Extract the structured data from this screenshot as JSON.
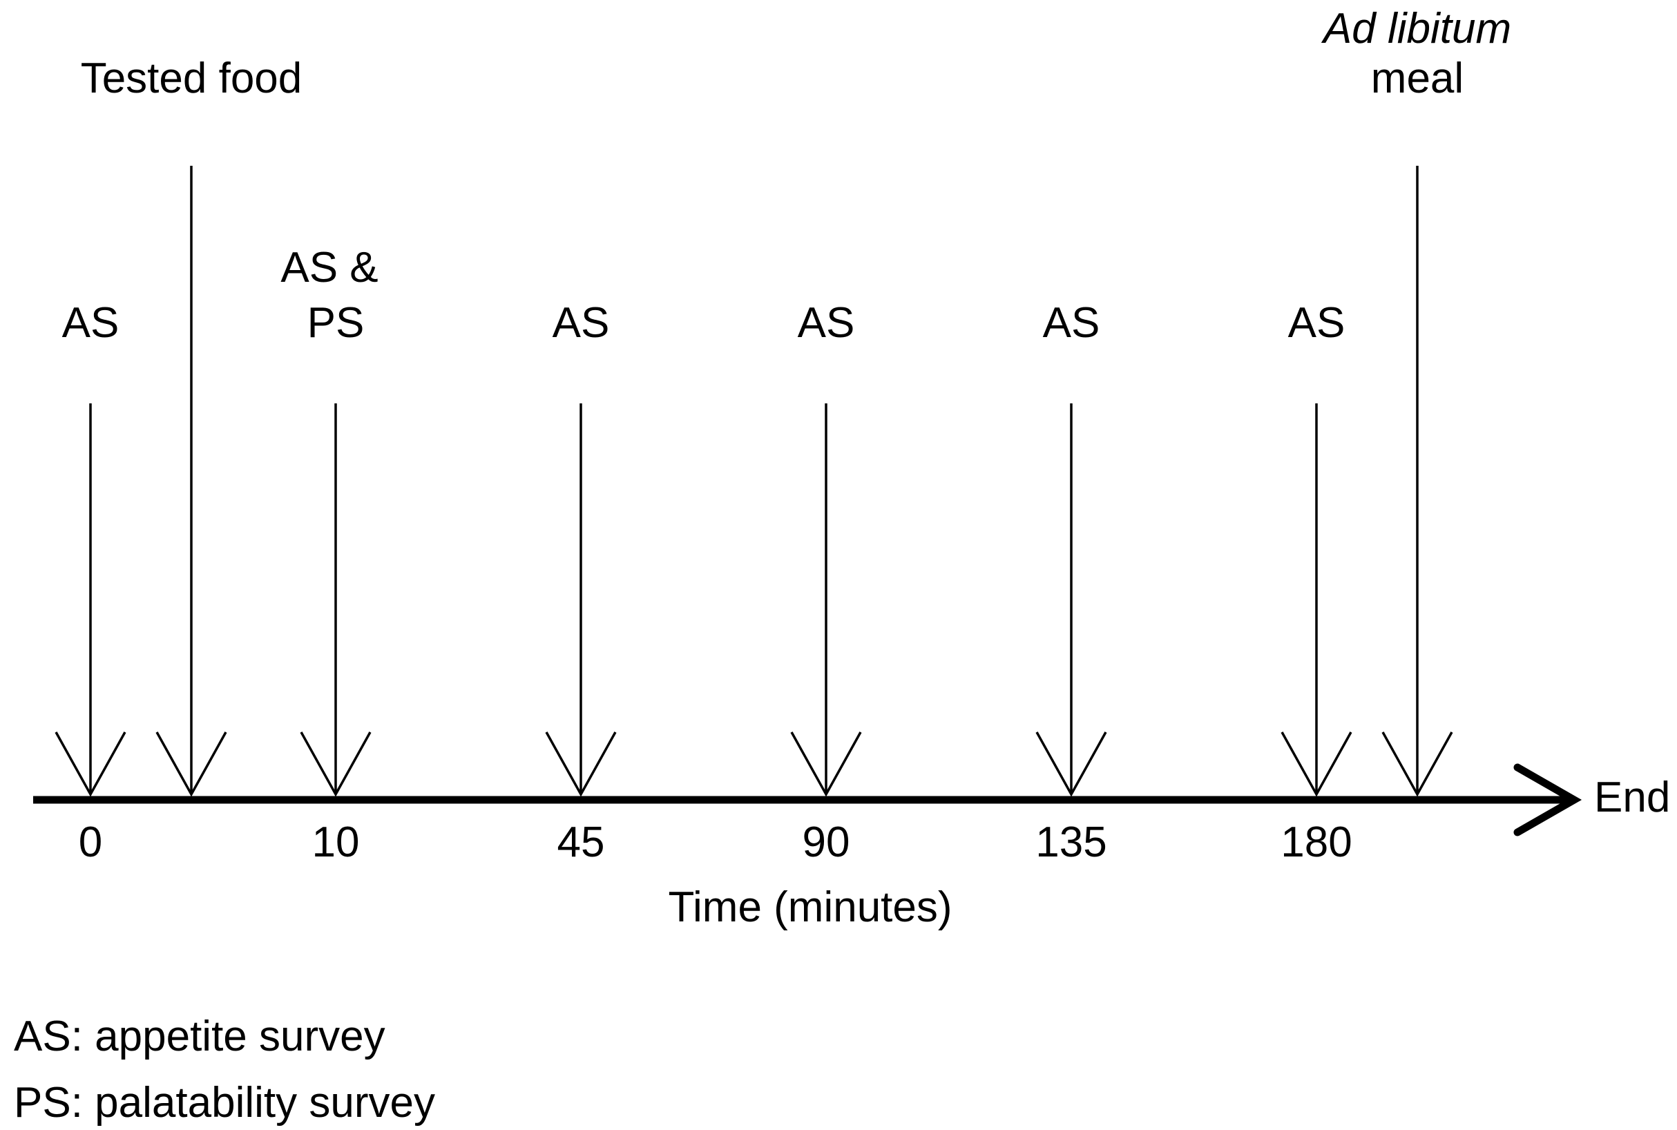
{
  "meals": {
    "tested_food": "Tested food",
    "ad_libitum_italic": "Ad libitum",
    "ad_libitum_meal": "meal"
  },
  "surveys": {
    "as": "AS",
    "as_ps_line1": "AS &",
    "as_ps_line2": "PS"
  },
  "axis": {
    "end_label": "End",
    "title": "Time (minutes)",
    "ticks": [
      "0",
      "10",
      "45",
      "90",
      "135",
      "180"
    ]
  },
  "legend": {
    "as": "AS: appetite survey",
    "ps": "PS: palatability survey"
  }
}
